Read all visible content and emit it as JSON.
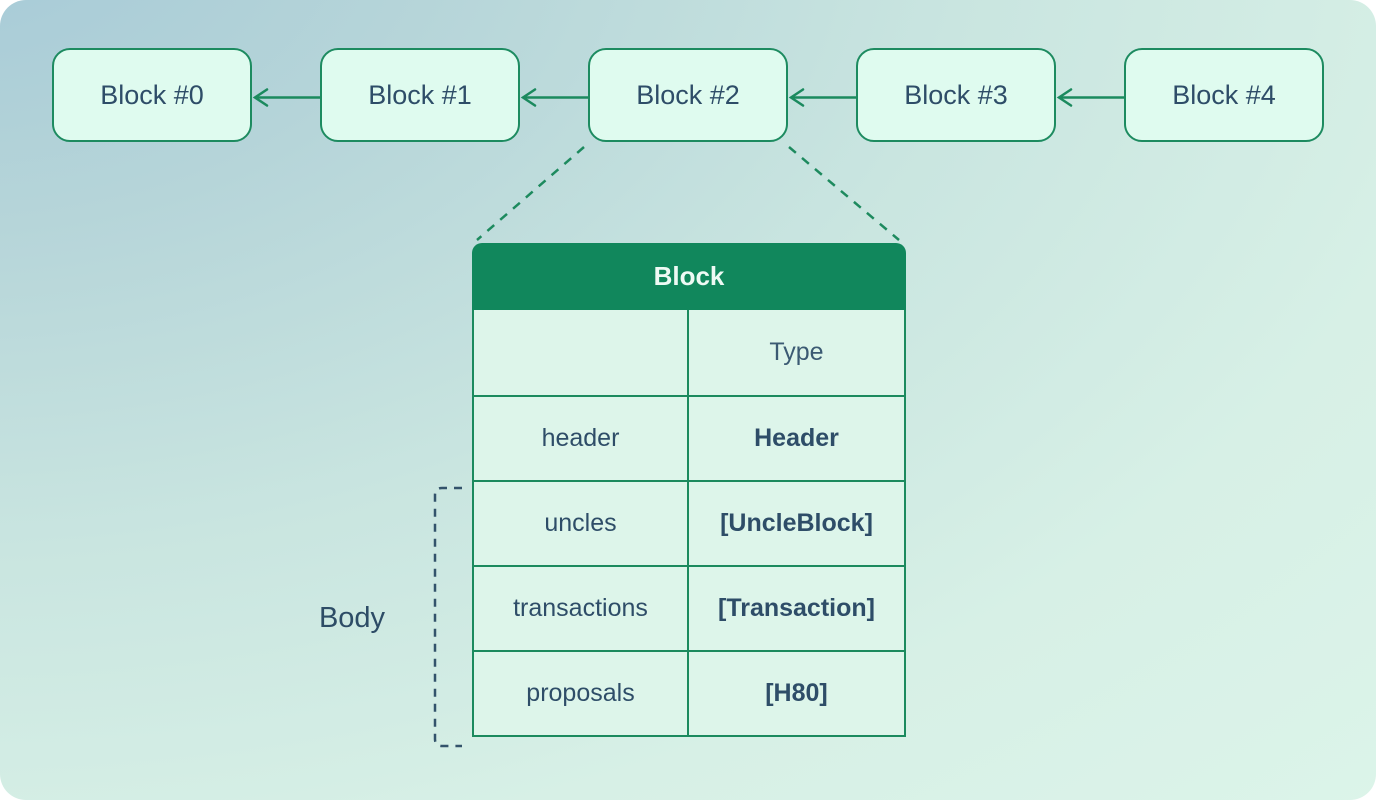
{
  "diagram": {
    "chain": {
      "blocks": [
        {
          "label": "Block #0"
        },
        {
          "label": "Block #1"
        },
        {
          "label": "Block #2"
        },
        {
          "label": "Block #3"
        },
        {
          "label": "Block #4"
        }
      ]
    },
    "block_detail": {
      "title": "Block",
      "columns": {
        "type_header": "Type"
      },
      "rows": [
        {
          "field": "header",
          "type": "Header"
        },
        {
          "field": "uncles",
          "type": "[UncleBlock]"
        },
        {
          "field": "transactions",
          "type": "[Transaction]"
        },
        {
          "field": "proposals",
          "type": "[H80]"
        }
      ]
    },
    "body_group_label": "Body"
  },
  "colors": {
    "accent_green": "#1b8a5e",
    "table_header_green": "#11875c",
    "node_fill": "#dffbef",
    "cell_fill": "#ddf5ea",
    "text_slate": "#2e4d68",
    "bracket_slate": "#33536b",
    "bg_blue": "#a5c9d7",
    "bg_mint": "#def6eb"
  }
}
